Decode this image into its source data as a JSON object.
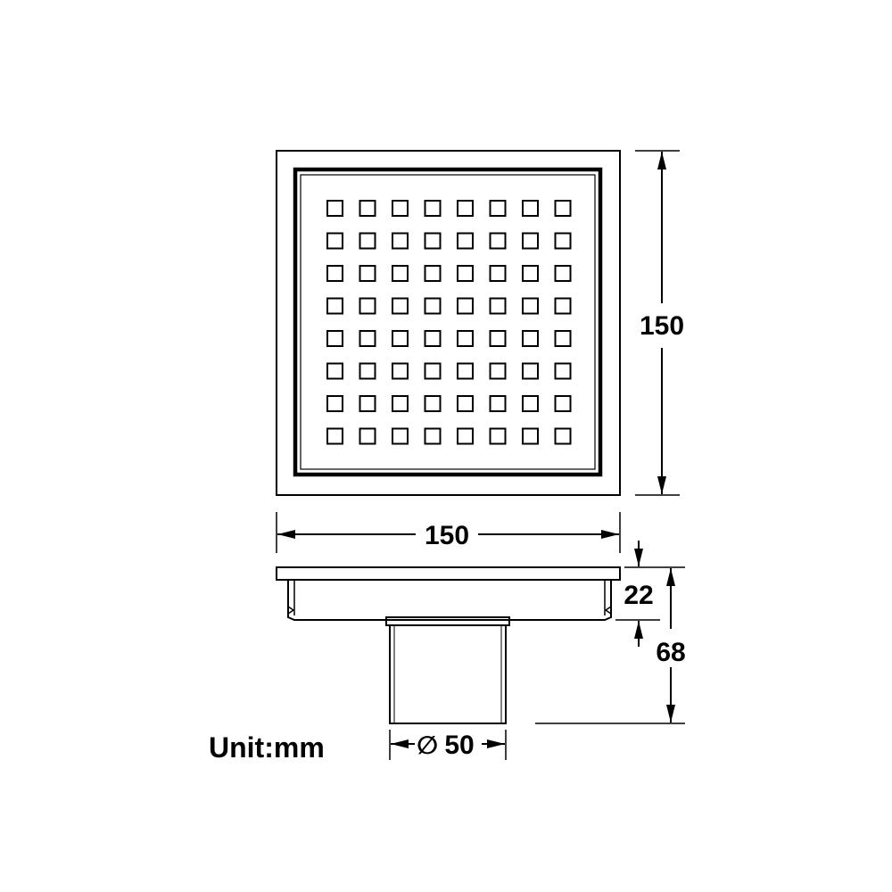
{
  "dimensions": {
    "top_width": "150",
    "right_height": "150",
    "flange_height": "22",
    "total_height": "68",
    "outlet_diameter": "50",
    "diameter_symbol": "∅"
  },
  "unit_label": "Unit:mm",
  "grate": {
    "rows": 8,
    "cols": 8
  },
  "colors": {
    "line": "#000000",
    "background": "#ffffff"
  }
}
